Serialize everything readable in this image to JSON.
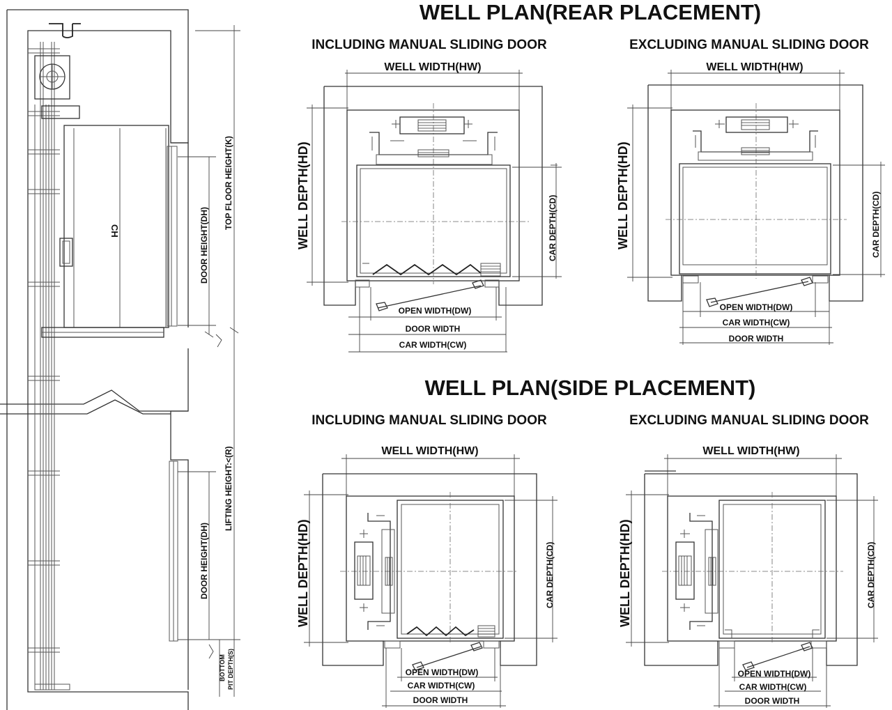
{
  "elevation": {
    "top_floor_height": "TOP FLOOR HEIGHT(K)",
    "door_height_top": "DOOR HEIGHT(DH)",
    "ch": "CH",
    "lifting_height": "LIFTING HEIGHT:<(R)",
    "door_height_bottom": "DOOR HEIGHT(DH)",
    "pit_line1": "BOTTOM",
    "pit_line2": "PIT DEPTH(S)"
  },
  "rear": {
    "title": "WELL PLAN(REAR PLACEMENT)",
    "left": {
      "subtitle": "INCLUDING MANUAL SLIDING DOOR",
      "well_width": "WELL WIDTH(HW)",
      "well_depth": "WELL DEPTH(HD)",
      "car_depth": "CAR DEPTH(CD)",
      "open_width": "OPEN WIDTH(DW)",
      "door_width": "DOOR WIDTH",
      "car_width": "CAR WIDTH(CW)"
    },
    "right": {
      "subtitle": "EXCLUDING MANUAL SLIDING DOOR",
      "well_width": "WELL WIDTH(HW)",
      "well_depth": "WELL DEPTH(HD)",
      "car_depth": "CAR DEPTH(CD)",
      "open_width": "OPEN WIDTH(DW)",
      "car_width": "CAR WIDTH(CW)",
      "door_width": "DOOR WIDTH"
    }
  },
  "side": {
    "title": "WELL PLAN(SIDE PLACEMENT)",
    "left": {
      "subtitle": "INCLUDING MANUAL SLIDING DOOR",
      "well_width": "WELL WIDTH(HW)",
      "well_depth": "WELL DEPTH(HD)",
      "car_depth": "CAR DEPTH(CD)",
      "open_width": "OPEN WIDTH(DW)",
      "car_width": "CAR WIDTH(CW)",
      "door_width": "DOOR WIDTH"
    },
    "right": {
      "subtitle": "EXCLUDING MANUAL SLIDING DOOR",
      "well_width": "WELL WIDTH(HW)",
      "well_depth": "WELL DEPTH(HD)",
      "car_depth": "CAR DEPTH(CD)",
      "open_width": "OPEN WIDTH(DW)",
      "car_width": "CAR WIDTH(CW)",
      "door_width": "DOOR WIDTH"
    }
  }
}
